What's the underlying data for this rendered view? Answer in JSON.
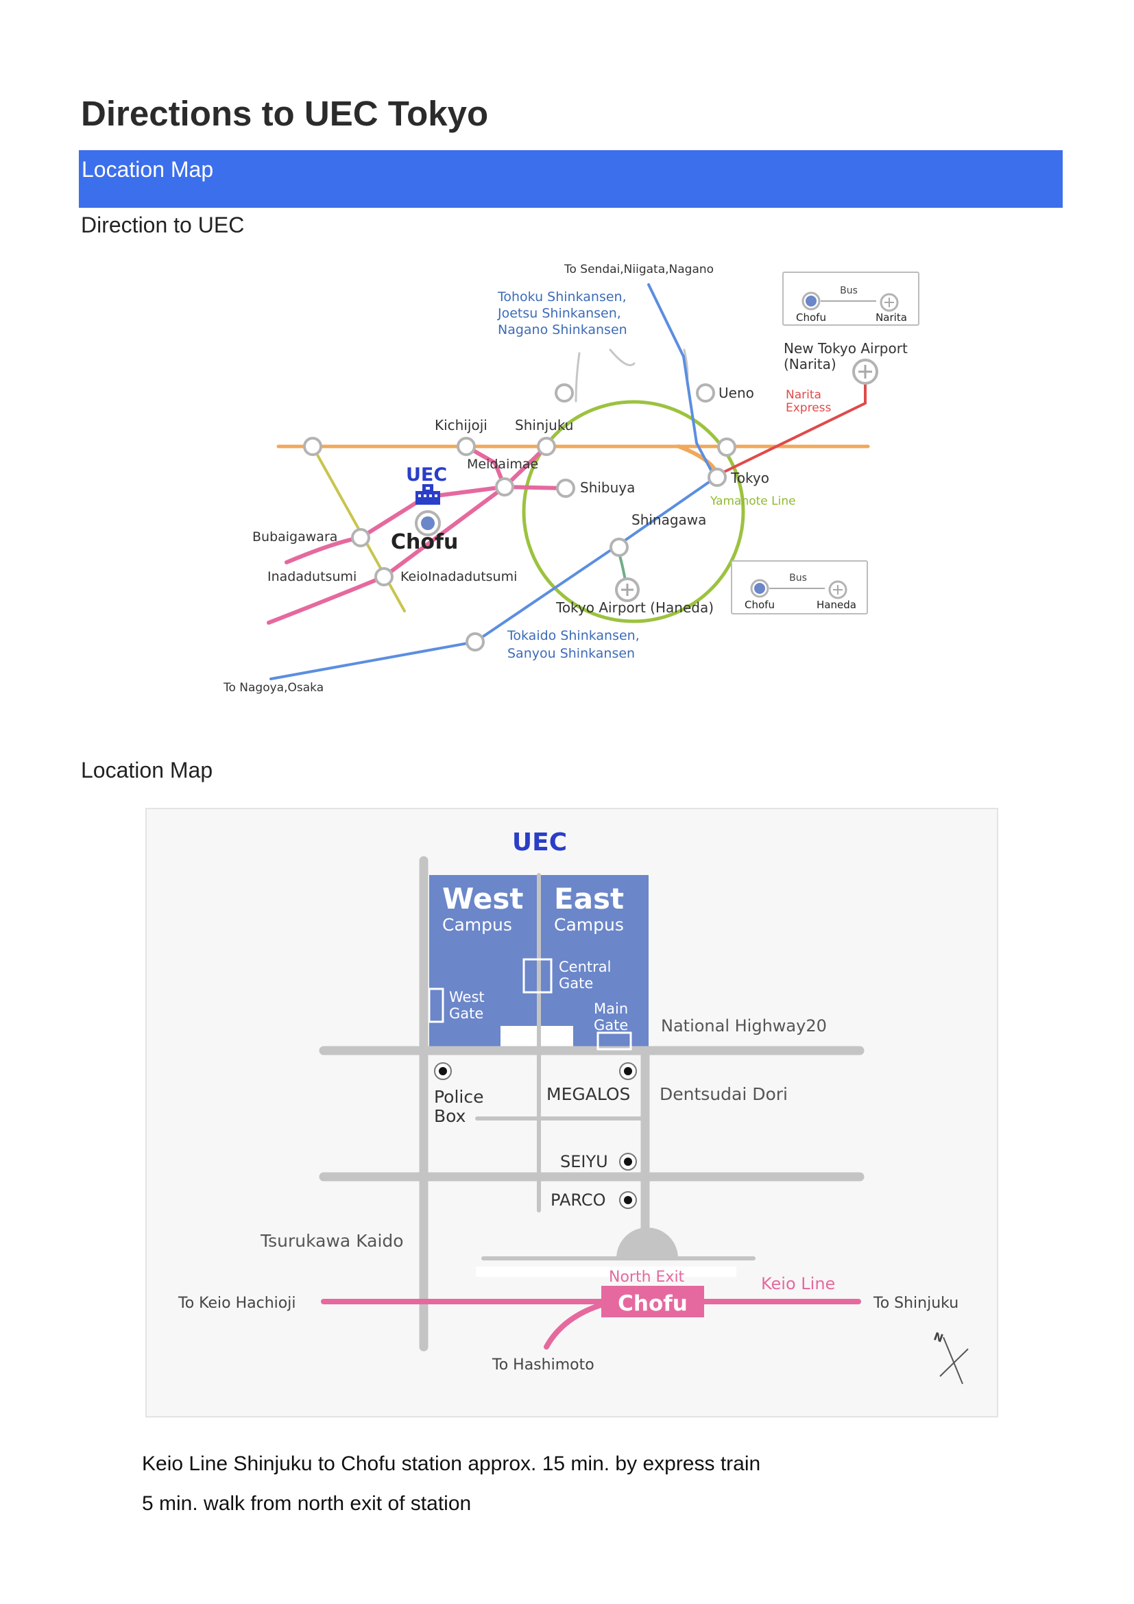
{
  "page": {
    "title": "Directions to UEC Tokyo",
    "section_bar": "Location Map",
    "subheading_direction": "Direction to UEC",
    "subheading_location": "Location Map",
    "notes": [
      "Keio Line Shinjuku to Chofu station approx. 15 min. by express train",
      "5 min. walk from north exit of station"
    ]
  },
  "route_map": {
    "to_north": "To Sendai,Niigata,Nagano",
    "shinkansen_north": [
      "Tohoku Shinkansen,",
      "Joetsu Shinkansen,",
      "Nagano Shinkansen"
    ],
    "bus_legend_narita": {
      "bus": "Bus",
      "from": "Chofu",
      "to": "Narita"
    },
    "new_tokyo_airport": [
      "New Tokyo Airport",
      "(Narita)"
    ],
    "narita_express": [
      "Narita",
      "Express"
    ],
    "stations": {
      "ueno": "Ueno",
      "kichijoji": "Kichijoji",
      "shinjuku": "Shinjuku",
      "meidaimae": "Meidaimae",
      "tokyo": "Tokyo",
      "shibuya": "Shibuya",
      "shinagawa": "Shinagawa",
      "bubaigawara": "Bubaigawara",
      "chofu": "Chofu",
      "inadadutsumi": "Inadadutsumi",
      "keio_inadadutsumi": "KeioInadadutsumi"
    },
    "uec": "UEC",
    "yamanote_line": "Yamanote Line",
    "tokyo_airport": "Tokyo Airport (Haneda)",
    "bus_legend_haneda": {
      "bus": "Bus",
      "from": "Chofu",
      "to": "Haneda"
    },
    "shinkansen_south": [
      "Tokaido Shinkansen,",
      "Sanyou Shinkansen"
    ],
    "to_south": "To Nagoya,Osaka",
    "colors": {
      "chuo": "#f0a85a",
      "keio": "#e5699e",
      "yamanote": "#9cc23f",
      "shinkansen": "#5b8ee0",
      "narita": "#e04a4a",
      "nambu": "#c9c44e",
      "keikyu": "#6fae8a",
      "uec_blue": "#2a3ec8"
    }
  },
  "location_map": {
    "uec": "UEC",
    "west_campus": [
      "West",
      "Campus"
    ],
    "east_campus": [
      "East",
      "Campus"
    ],
    "central_gate": [
      "Central",
      "Gate"
    ],
    "west_gate": [
      "West",
      "Gate"
    ],
    "main_gate": [
      "Main",
      "Gate"
    ],
    "national_highway": "National Highway20",
    "police_box": [
      "Police",
      "Box"
    ],
    "megalos": "MEGALOS",
    "dentsudai_dori": "Dentsudai Dori",
    "seiyu": "SEIYU",
    "parco": "PARCO",
    "tsurukawa_kaido": "Tsurukawa Kaido",
    "north_exit": "North Exit",
    "chofu": "Chofu",
    "keio_line": "Keio Line",
    "to_keio_hachioji": "To Keio Hachioji",
    "to_shinjuku": "To Shinjuku",
    "to_hashimoto": "To Hashimoto",
    "north_mark": "N",
    "colors": {
      "campus": "#6b86c9",
      "road": "#c4c4c4",
      "keio": "#e5699e",
      "uec_blue": "#2a3ec8"
    }
  }
}
